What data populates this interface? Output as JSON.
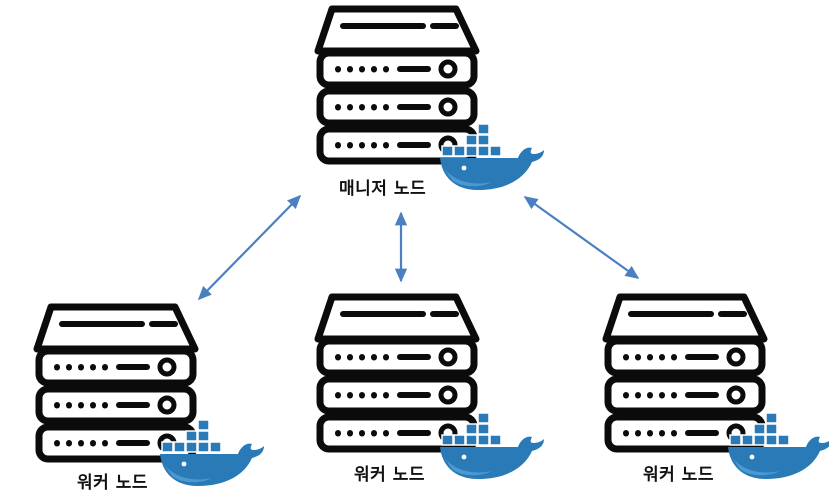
{
  "diagram": {
    "manager": {
      "label": "매니저 노드",
      "icon": "server-icon",
      "badge": "docker-whale-icon"
    },
    "workers": [
      {
        "label": "워커 노드",
        "icon": "server-icon",
        "badge": "docker-whale-icon"
      },
      {
        "label": "워커 노드",
        "icon": "server-icon",
        "badge": "docker-whale-icon"
      },
      {
        "label": "워커 노드",
        "icon": "server-icon",
        "badge": "docker-whale-icon"
      }
    ],
    "colors": {
      "server": "#0b0b0b",
      "arrow": "#4a7fc1",
      "whale": "#2a7ab8",
      "whale_light": "#3a8cc8"
    }
  }
}
